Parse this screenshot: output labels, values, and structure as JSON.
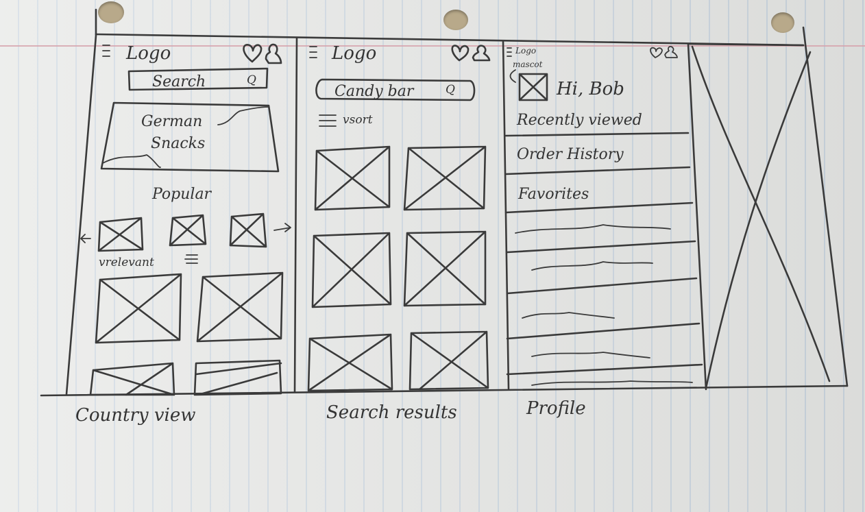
{
  "screens": {
    "country": {
      "logo": "Logo",
      "search_placeholder": "Search",
      "search_icon": "Q",
      "hero_line1": "German",
      "hero_line2": "Snacks",
      "popular": "Popular",
      "sort_label": "vrelevant",
      "caption": "Country view"
    },
    "search": {
      "logo": "Logo",
      "query": "Candy bar",
      "search_icon": "Q",
      "sort_label": "vsort",
      "caption": "Search results"
    },
    "profile": {
      "logo": "Logo",
      "mascot": "mascot",
      "greeting": "Hi, Bob",
      "menu": [
        "Recently viewed",
        "Order History",
        "Favorites"
      ],
      "caption": "Profile"
    }
  },
  "icons": [
    "hamburger-icon",
    "heart-icon",
    "user-icon",
    "search-icon",
    "filter-icon",
    "arrow-left-icon",
    "arrow-right-icon",
    "image-placeholder-icon"
  ],
  "colors": {
    "ink": "#3a3a3a",
    "paper": "#e4e5e3",
    "rule": "#c9d4de",
    "margin": "#d6a0aa"
  }
}
